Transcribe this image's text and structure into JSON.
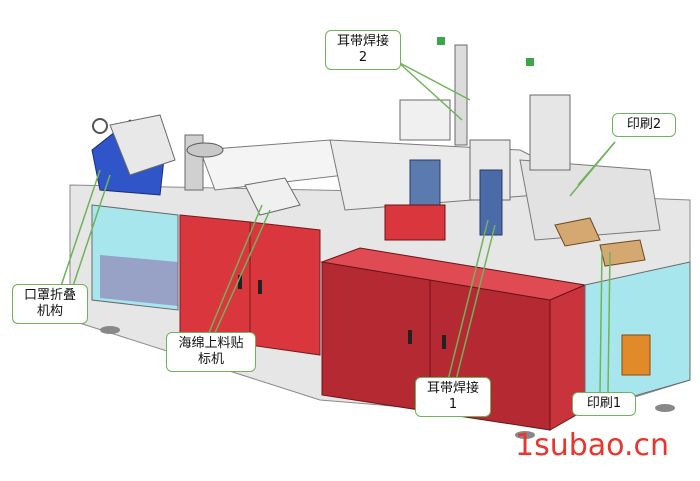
{
  "labels": {
    "ear_weld_2": {
      "line1": "耳带焊接",
      "line2": "2"
    },
    "print_2": {
      "line1": "印刷2"
    },
    "mask_fold": {
      "line1": "口罩折叠",
      "line2": "机构"
    },
    "sponge_label": {
      "line1": "海绵上料贴",
      "line2": "标机"
    },
    "ear_weld_1": {
      "line1": "耳带焊接",
      "line2": "1"
    },
    "print_1": {
      "line1": "印刷1"
    }
  },
  "watermark": "1subao.cn",
  "colors": {
    "cabinet_red": "#d9363e",
    "cabinet_dark": "#b52a32",
    "frame_gray": "#d8d8d8",
    "frame_dark": "#9a9a9a",
    "glass_cyan": "#a8e6ee",
    "fold_blue": "#2f55c8",
    "callout_border": "#6fb35a",
    "watermark_red": "#e8352d"
  }
}
